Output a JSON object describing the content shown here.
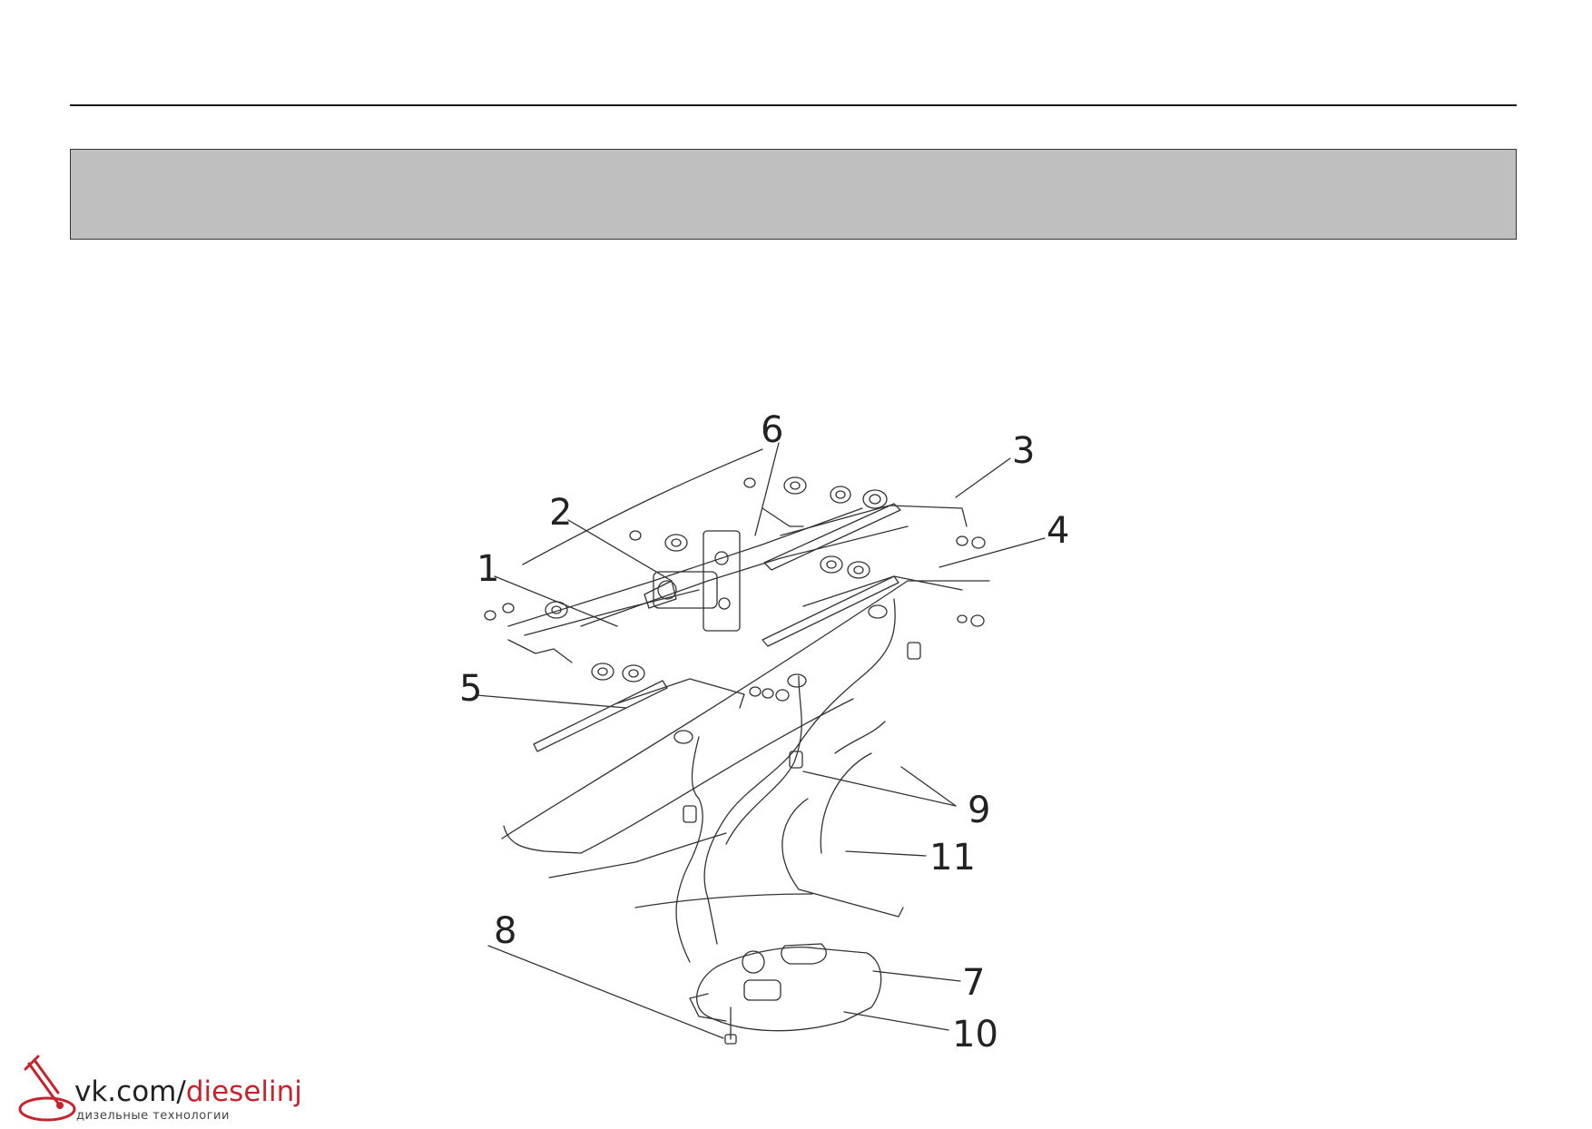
{
  "header": {},
  "diagram": {
    "callouts": [
      "1",
      "2",
      "3",
      "4",
      "5",
      "6",
      "7",
      "8",
      "9",
      "10",
      "11"
    ]
  },
  "watermark": {
    "host_prefix": "vk.com/",
    "host_accent": "dieselinj",
    "subtitle": "дизельные технологии",
    "accent_color": "#c8232c",
    "icon": "fuel-injector-icon"
  }
}
